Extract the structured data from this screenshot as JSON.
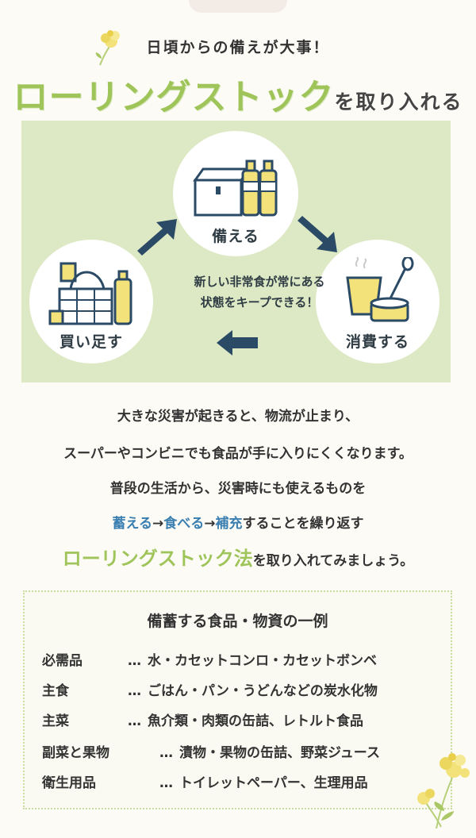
{
  "header": {
    "subtitle": "日頃からの備えが大事！",
    "title_main": "ローリングストック",
    "title_suffix": "を取り入れる"
  },
  "diagram": {
    "top_label": "備える",
    "right_label": "消費する",
    "left_label": "買い足す",
    "center_line1": "新しい非常食が常にある",
    "center_line2": "状態をキープできる！"
  },
  "body": {
    "line1": "大きな災害が起きると、物流が止まり、",
    "line2": "スーパーやコンビニでも食品が手に入りにくくなります。",
    "line3": "普段の生活から、災害時にも使えるものを",
    "line4_a": "蓄える",
    "line4_arrow1": "→",
    "line4_b": "食べる",
    "line4_arrow2": "→",
    "line4_c": "補充",
    "line4_d": "することを繰り返す",
    "line5_a": "ローリングストック法",
    "line5_b": "を取り入れてみましょう。"
  },
  "examples": {
    "title": "備蓄する食品・物資の一例",
    "rows": [
      {
        "label": "必需品",
        "sep": "…",
        "value": "水・カセットコンロ・カセットボンベ"
      },
      {
        "label": "主食",
        "sep": "…",
        "value": "ごはん・パン・うどんなどの炭水化物"
      },
      {
        "label": "主菜",
        "sep": "…",
        "value": "魚介類・肉類の缶詰、レトルト食品"
      },
      {
        "label": "副菜と果物",
        "sep": "…",
        "value": "漬物・果物の缶詰、野菜ジュース"
      },
      {
        "label": "衛生用品",
        "sep": "…",
        "value": "トイレットペーパー、生理用品"
      }
    ]
  },
  "colors": {
    "accent_green": "#9fc55a",
    "panel_green": "#dde9c4",
    "navy": "#2b4a66",
    "blue_text": "#3a7fb0"
  }
}
